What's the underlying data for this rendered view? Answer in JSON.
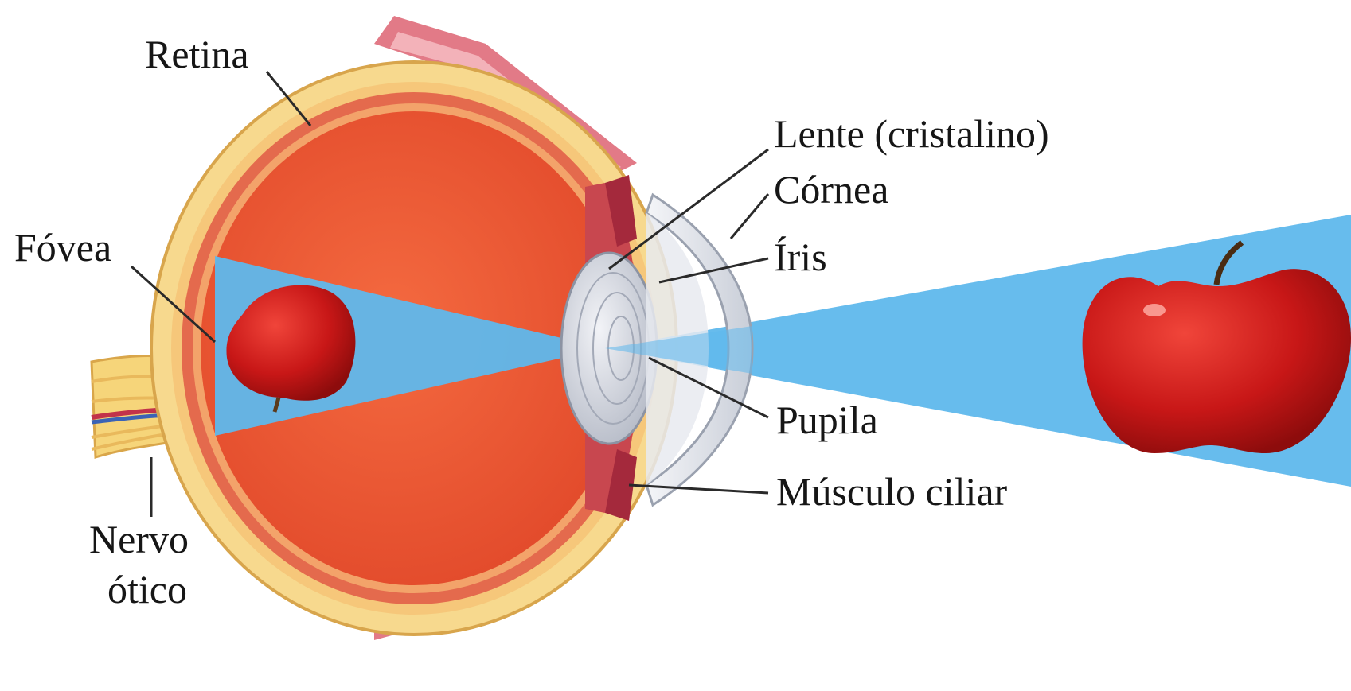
{
  "labels": {
    "retina": "Retina",
    "lens": "Lente (cristalino)",
    "cornea": "Córnea",
    "iris": "Íris",
    "fovea": "Fóvea",
    "pupil": "Pupila",
    "ciliary_muscle": "Músculo ciliar",
    "optic_nerve_line1": "Nervo",
    "optic_nerve_line2": "ótico"
  },
  "colors": {
    "sclera": "#f7d98e",
    "vitreous": "#ef5a36",
    "choroid": "#e46a4d",
    "light_beam": "#5fb8ec",
    "lens": "#cfd3dc",
    "cornea": "#dfe3ea",
    "muscle": "#e88a93",
    "apple": "#d31f1f"
  }
}
